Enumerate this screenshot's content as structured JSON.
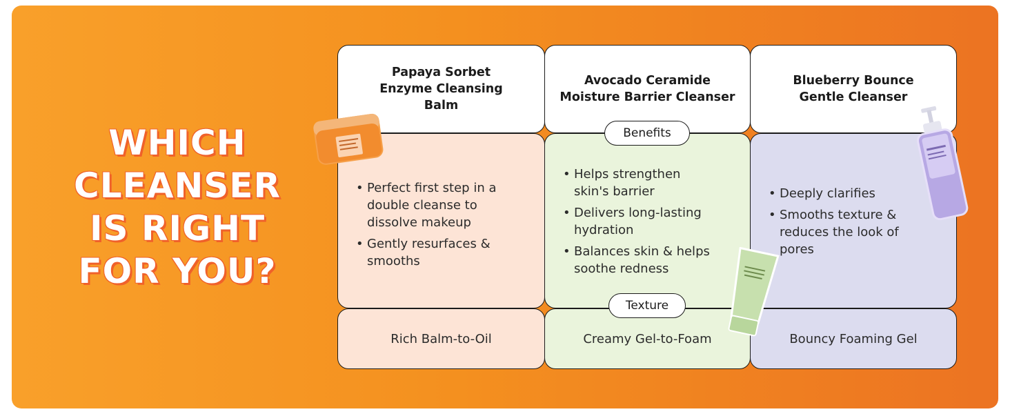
{
  "headline": {
    "lines": [
      "WHICH",
      "CLEANSER",
      "IS RIGHT",
      "FOR YOU?"
    ]
  },
  "row_labels": {
    "benefits": "Benefits",
    "texture": "Texture"
  },
  "products": [
    {
      "name": "Papaya Sorbet Enzyme Cleansing Balm",
      "benefits": [
        "Perfect first step in a double cleanse to dissolve makeup",
        "Gently resurfaces & smooths"
      ],
      "texture": "Rich Balm-to-Oil",
      "color": "#fde4d6"
    },
    {
      "name": "Avocado Ceramide Moisture Barrier Cleanser",
      "benefits": [
        "Helps strengthen skin's barrier",
        "Delivers long-lasting hydration",
        "Balances skin & helps soothe redness"
      ],
      "texture": "Creamy Gel-to-Foam",
      "color": "#eaf4dc"
    },
    {
      "name": "Blueberry Bounce Gentle Cleanser",
      "benefits": [
        "Deeply clarifies",
        "Smooths texture & reduces the look of pores"
      ],
      "texture": "Bouncy Foaming Gel",
      "color": "#dcdcef"
    }
  ],
  "colors": {
    "background_start": "#f9a02a",
    "background_end": "#ec7322",
    "headline_outline": "#f0612a"
  }
}
